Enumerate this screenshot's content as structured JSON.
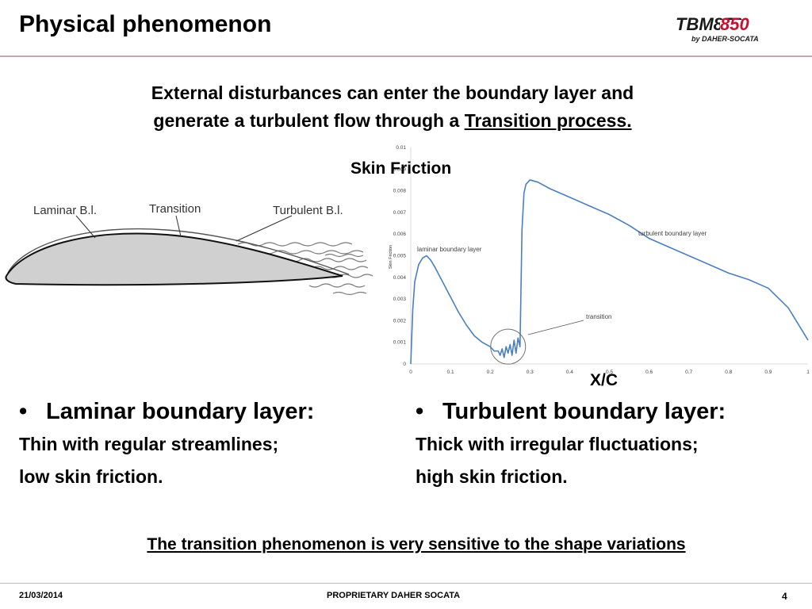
{
  "slide": {
    "title": "Physical phenomenon",
    "logo": {
      "brand": "TBM850",
      "byline": "by DAHER-SOCATA",
      "colors": {
        "tbm": "#1a1a1a",
        "number": "#c8102e"
      }
    },
    "headline": {
      "line1": "External disturbances can enter the boundary layer and",
      "line2": "generate a turbulent flow through a ",
      "emphasis": "Transition process. "
    },
    "airfoil_labels": {
      "laminar": "Laminar B.l.",
      "transition": "Transition",
      "turbulent": "Turbulent B.l."
    },
    "left": {
      "heading": "Laminar boundary layer:",
      "line1": "Thin with regular streamlines;",
      "line2": "low skin friction."
    },
    "right": {
      "heading": "Turbulent boundary layer:",
      "line1": "Thick with irregular fluctuations;",
      "line2": "high skin friction."
    },
    "conclusion": "The transition phenomenon is very sensitive to  the shape variations",
    "footer": {
      "date": "21/03/2014",
      "proprietary": "PROPRIETARY DAHER SOCATA",
      "page": "4"
    }
  },
  "chart_data": {
    "type": "line",
    "title": "Skin Friction",
    "ylabel": "Skin Friction",
    "xlabel": "X/C",
    "xlim": [
      0,
      1
    ],
    "ylim": [
      0,
      0.01
    ],
    "x_ticks": [
      "0",
      "0.1",
      "0.2",
      "0.3",
      "0.4",
      "0.5",
      "0.6",
      "0.7",
      "0.8",
      "0.9",
      "1"
    ],
    "y_ticks": [
      "0",
      "0.001",
      "0.002",
      "0.003",
      "0.004",
      "0.005",
      "0.006",
      "0.007",
      "0.008",
      "0.009",
      "0.01"
    ],
    "grid": false,
    "color": "#4a7fc1",
    "annotations": [
      "laminar boundary layer",
      "turbulent boundary layer",
      "transition"
    ],
    "series": [
      {
        "x": [
          0.0,
          0.005,
          0.01,
          0.02,
          0.03,
          0.04,
          0.05,
          0.06,
          0.08,
          0.1,
          0.12,
          0.14,
          0.16,
          0.18,
          0.2,
          0.21,
          0.22,
          0.225,
          0.23,
          0.235,
          0.24,
          0.245,
          0.25,
          0.255,
          0.26,
          0.265,
          0.27,
          0.275,
          0.28,
          0.285,
          0.29,
          0.3,
          0.32,
          0.35,
          0.4,
          0.45,
          0.5,
          0.55,
          0.6,
          0.65,
          0.7,
          0.75,
          0.8,
          0.85,
          0.9,
          0.95,
          0.98,
          1.0
        ],
        "y": [
          0.0,
          0.0025,
          0.0038,
          0.0046,
          0.0049,
          0.005,
          0.0048,
          0.0045,
          0.0038,
          0.0031,
          0.0024,
          0.0018,
          0.0013,
          0.001,
          0.0008,
          0.0006,
          0.0006,
          0.0004,
          0.0007,
          0.0003,
          0.0008,
          0.0005,
          0.0009,
          0.0004,
          0.0011,
          0.0005,
          0.0012,
          0.0008,
          0.0062,
          0.0079,
          0.0083,
          0.0085,
          0.0084,
          0.0081,
          0.0077,
          0.0073,
          0.0069,
          0.0064,
          0.0058,
          0.0054,
          0.005,
          0.0046,
          0.0042,
          0.0039,
          0.0035,
          0.0026,
          0.0017,
          0.0011
        ]
      }
    ]
  }
}
